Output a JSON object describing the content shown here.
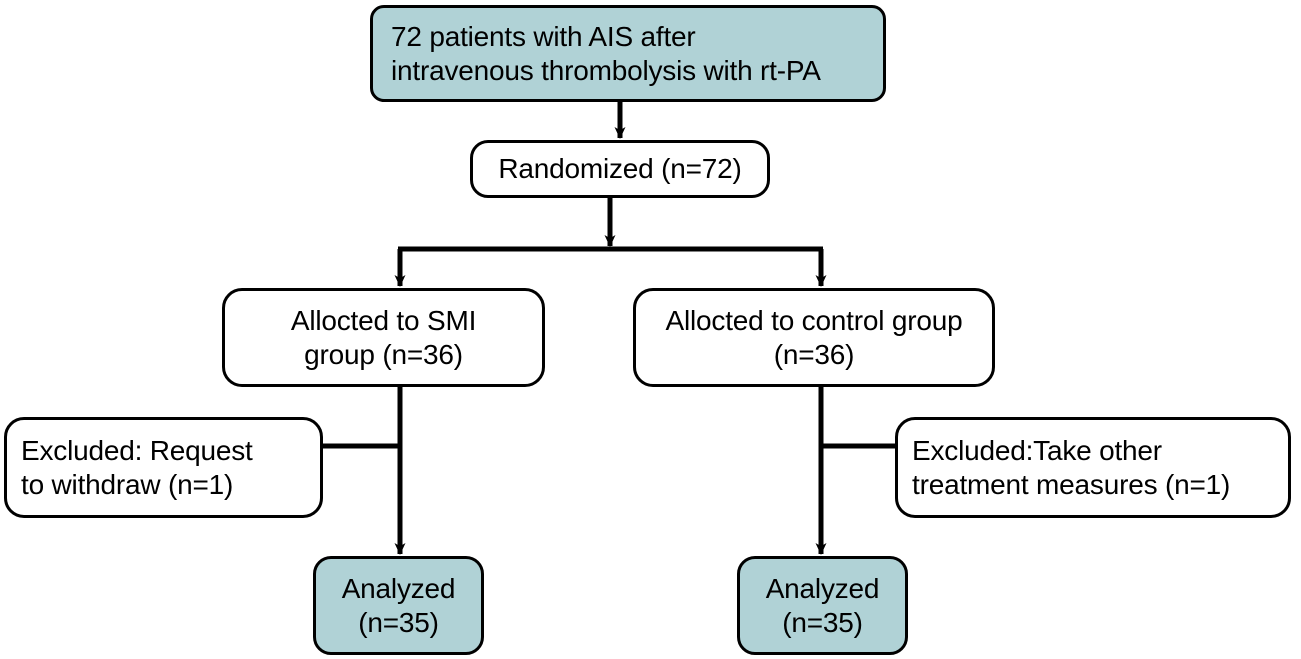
{
  "diagram": {
    "type": "consort-flow-diagram",
    "title_box": {
      "id": "enrollment",
      "lines": [
        "72 patients with AIS after",
        "intravenous thrombolysis with rt-PA"
      ],
      "fill": "#b0d2d6",
      "stroke": "#000000",
      "align": "left"
    },
    "randomization_box": {
      "id": "randomized",
      "lines": [
        "Randomized (n=72)"
      ],
      "fill": "#ffffff",
      "stroke": "#000000",
      "align": "center",
      "n": 72
    },
    "allocation": [
      {
        "id": "alloc-smi",
        "lines": [
          "Allocted to SMI",
          "group (n=36)"
        ],
        "fill": "#ffffff",
        "stroke": "#000000",
        "align": "center",
        "n": 36
      },
      {
        "id": "alloc-control",
        "lines": [
          "Allocted to control group",
          "(n=36)"
        ],
        "fill": "#ffffff",
        "stroke": "#000000",
        "align": "center",
        "n": 36
      }
    ],
    "exclusions": [
      {
        "id": "excluded-smi",
        "lines": [
          "Excluded: Request",
          "to withdraw (n=1)"
        ],
        "fill": "#ffffff",
        "stroke": "#000000",
        "align": "left",
        "n": 1
      },
      {
        "id": "excluded-control",
        "lines": [
          "Excluded:Take other",
          "treatment measures (n=1)"
        ],
        "fill": "#ffffff",
        "stroke": "#000000",
        "align": "left",
        "n": 1
      }
    ],
    "analysis": [
      {
        "id": "analyzed-smi",
        "lines": [
          "Analyzed",
          "(n=35)"
        ],
        "fill": "#b0d2d6",
        "stroke": "#000000",
        "align": "center",
        "n": 35
      },
      {
        "id": "analyzed-control",
        "lines": [
          "Analyzed",
          "(n=35)"
        ],
        "fill": "#b0d2d6",
        "stroke": "#000000",
        "align": "center",
        "n": 35
      }
    ],
    "colors": {
      "accent_fill": "#b0d2d6",
      "plain_fill": "#ffffff",
      "stroke": "#000000",
      "background": "#ffffff"
    }
  }
}
